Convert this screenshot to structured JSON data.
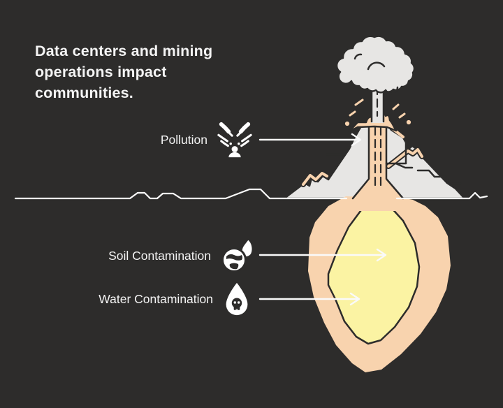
{
  "title": "Data centers and mining operations impact communities.",
  "annotations": {
    "pollution": {
      "label": "Pollution",
      "icon": "person-smog-icon"
    },
    "soil": {
      "label": "Soil Contamination",
      "icon": "earth-fire-icon"
    },
    "water": {
      "label": "Water Contamination",
      "icon": "droplet-skull-icon"
    }
  },
  "illustration": {
    "subject": "erupting-volcano-cross-section",
    "parts": [
      "smoke-cloud",
      "eruption-column",
      "volcano-cone",
      "lava-conduit",
      "magma-chamber",
      "ground-line"
    ]
  },
  "colors": {
    "bg": "#2d2c2b",
    "ink": "#2d2c2b",
    "rock": "#e7e6e4",
    "lava": "#f8d3ae",
    "magma": "#fbf3a3",
    "line": "#fafafa",
    "text": "#f4f4f4"
  }
}
